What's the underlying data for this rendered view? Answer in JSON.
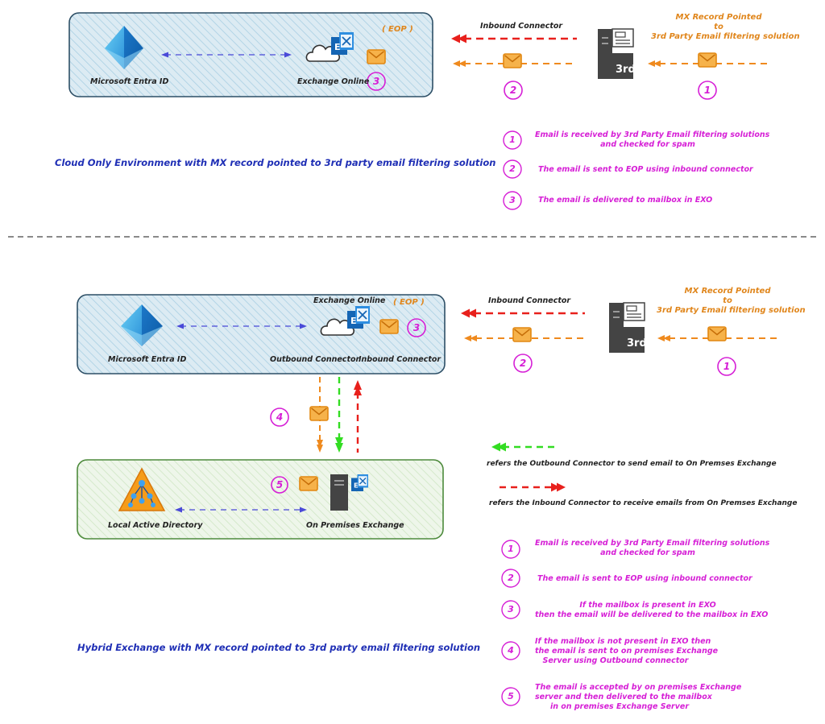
{
  "top": {
    "entra_label": "Microsoft Entra ID",
    "exo_label": "Exchange Online",
    "eop_label": "( EOP )",
    "inbound_label": "Inbound Connector",
    "mx_label": [
      "MX Record Pointed",
      "to",
      "3rd Party Email filtering solution"
    ],
    "third_party_badge": "3rd",
    "markers": [
      "1",
      "2",
      "3"
    ],
    "caption": "Cloud Only Environment with MX record pointed to 3rd party email filtering solution",
    "legend": [
      {
        "num": "1",
        "text": [
          "Email is received by 3rd Party Email filtering solutions",
          "and checked for spam"
        ]
      },
      {
        "num": "2",
        "text": [
          "The email is sent to EOP using inbound connector"
        ]
      },
      {
        "num": "3",
        "text": [
          "The email is delivered to mailbox in EXO"
        ]
      }
    ]
  },
  "bottom": {
    "entra_label": "Microsoft Entra ID",
    "exo_label": "Exchange Online",
    "eop_label": "( EOP )",
    "outbound_label": "Outbound Connector",
    "inbound_conn_label": "Inbound Connector",
    "inbound_label": "Inbound Connector",
    "mx_label": [
      "MX Record Pointed",
      "to",
      "3rd Party Email filtering solution"
    ],
    "third_party_badge": "3rd",
    "ad_label": "Local Active Directory",
    "onprem_label": "On Premises Exchange",
    "markers": [
      "1",
      "2",
      "3",
      "4",
      "5"
    ],
    "green_arrow_text": "refers the Outbound Connector to send email to On Premses Exchange",
    "red_arrow_text": "refers the Inbound Connector to receive emails from On Premses Exchange",
    "caption": "Hybrid Exchange with MX record pointed to 3rd party email filtering solution",
    "legend": [
      {
        "num": "1",
        "text": [
          "Email is received by 3rd Party Email filtering solutions",
          "and checked for spam"
        ]
      },
      {
        "num": "2",
        "text": [
          "The email is sent to EOP using inbound connector"
        ]
      },
      {
        "num": "3",
        "text": [
          "If the mailbox is present in EXO",
          "then the email will be delivered to the mailbox in EXO"
        ]
      },
      {
        "num": "4",
        "text": [
          "If the mailbox is not present in EXO then",
          "the email is sent to on premises Exchange",
          "Server using Outbound connector"
        ]
      },
      {
        "num": "5",
        "text": [
          "The email is accepted by on premises Exchange",
          "server and then delivered to the mailbox",
          "in on premises Exchange Server"
        ]
      }
    ]
  },
  "colors": {
    "red": "#e8201c",
    "orange": "#ef8a1e",
    "green": "#33dd22",
    "blue_arrow": "#4a4ad8",
    "magenta": "#d61fd6",
    "navy": "#1f2fb5",
    "cloud_box_fill": "#dcebf3",
    "onprem_box_fill": "#eaf3e6"
  }
}
